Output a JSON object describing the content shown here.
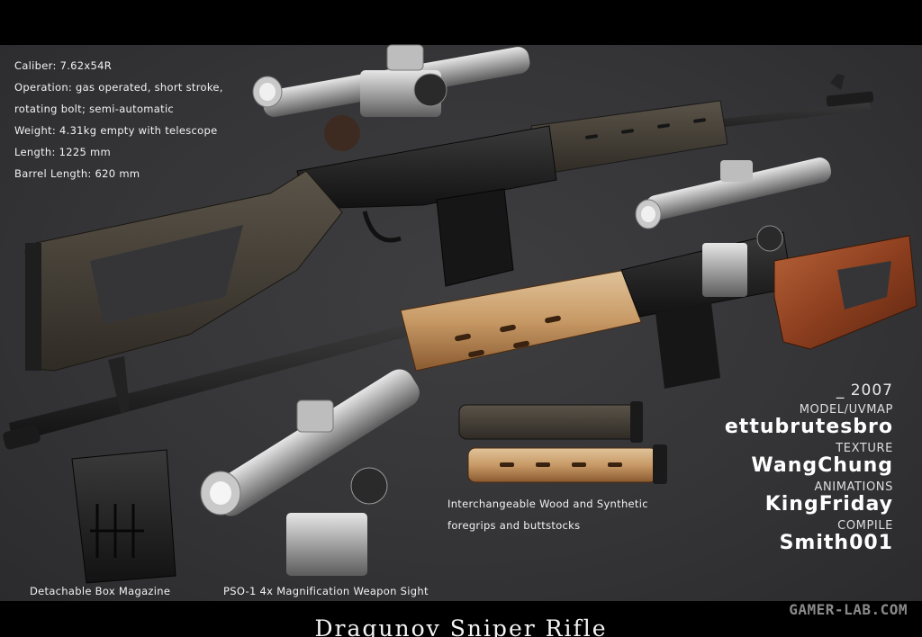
{
  "specs": [
    "Caliber: 7.62x54R",
    "Operation: gas operated, short stroke,",
    "rotating bolt; semi-automatic",
    "Weight: 4.31kg empty with telescope",
    "Length: 1225 mm",
    "Barrel Length: 620 mm"
  ],
  "captions": {
    "foregrips": [
      "Interchangeable Wood and Synthetic",
      "foregrips and buttstocks"
    ],
    "magazine": "Detachable Box Magazine",
    "scope": "PSO-1 4x Magnification Weapon Sight"
  },
  "credits": {
    "year": "_ 2007",
    "items": [
      {
        "role": "MODEL/UVMAP",
        "name": "ettubrutesbro"
      },
      {
        "role": "TEXTURE",
        "name": "WangChung"
      },
      {
        "role": "ANIMATIONS",
        "name": "KingFriday"
      },
      {
        "role": "COMPILE",
        "name": "Smith001"
      }
    ]
  },
  "title": "Dragunov Sniper Rifle",
  "watermark": "GAMER-LAB.COM"
}
